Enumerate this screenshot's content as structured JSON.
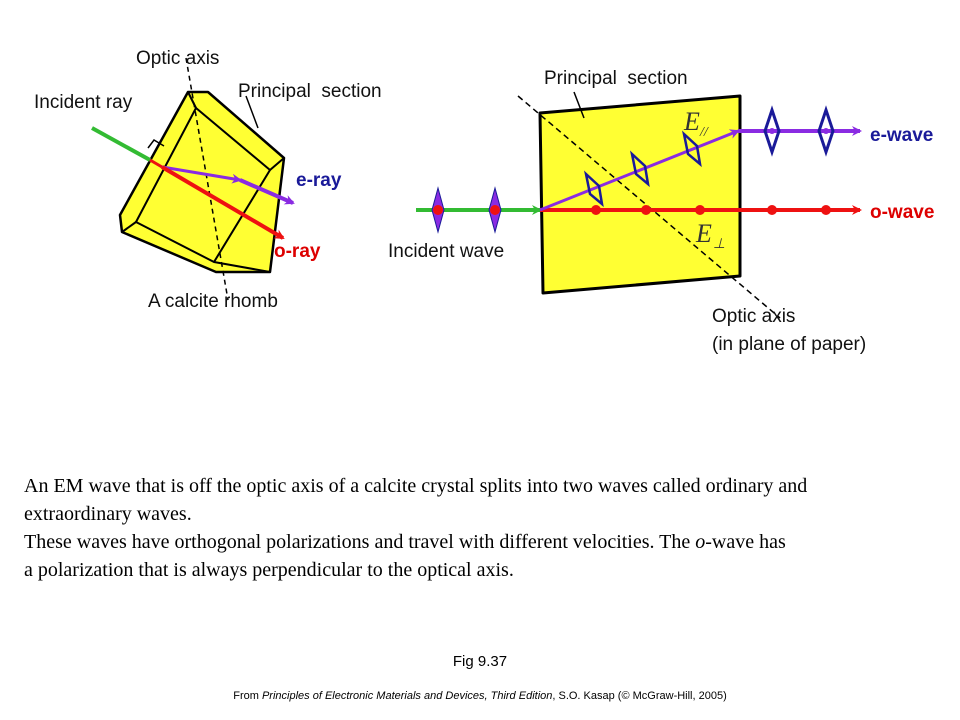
{
  "left_diagram": {
    "optic_axis_label": "Optic axis",
    "principal_section_label": "Principal  section",
    "incident_ray_label": "Incident ray",
    "e_ray_label": "e-ray",
    "o_ray_label": "o-ray",
    "rhomb_label": "A calcite rhomb"
  },
  "right_diagram": {
    "principal_section_label": "Principal  section",
    "e_wave_label": "e-wave",
    "o_wave_label": "o-wave",
    "incident_wave_label": "Incident wave",
    "optic_axis_label_line1": "Optic axis",
    "optic_axis_label_line2": "(in plane of paper)",
    "e_parallel_symbol": "E",
    "e_parallel_sub": "//",
    "e_perp_symbol": "E",
    "e_perp_sub": "⊥"
  },
  "caption": {
    "line1": "An EM wave that is off the optic axis of a calcite crystal splits into two waves called ordinary and",
    "line2": "extraordinary waves.",
    "line3_pre": "These waves have orthogonal polarizations and travel with different velocities. The ",
    "line3_italic": "o",
    "line3_post": "-wave has",
    "line4": "a polarization that is always perpendicular to the optical axis."
  },
  "figure_label": "Fig 9.37",
  "source": {
    "prefix": "From ",
    "title": "Principles of Electronic Materials and Devices, Third Edition",
    "suffix": ", S.O. Kasap (© McGraw-Hill,  2005)"
  },
  "colors": {
    "crystal_fill": "#ffff33",
    "incident": "#33bb33",
    "e_ray": "#8a2be2",
    "o_ray": "#ee1111",
    "e_wave_text": "#1a1a99",
    "o_wave_text": "#dd0000"
  }
}
